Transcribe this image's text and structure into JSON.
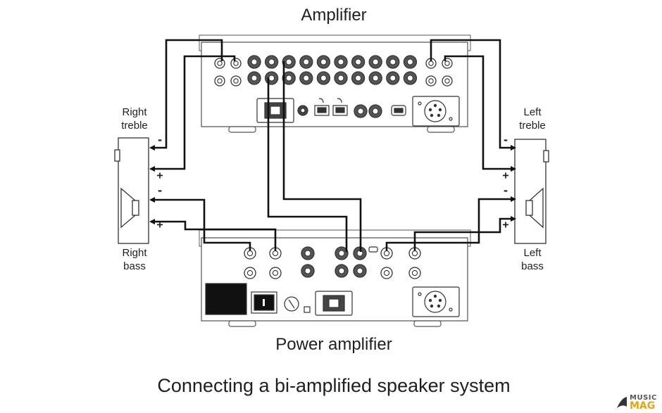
{
  "titles": {
    "amplifier": "Amplifier",
    "power_amplifier": "Power amplifier",
    "caption": "Connecting a bi-amplified speaker system"
  },
  "speakers": {
    "right_treble": {
      "line1": "Right",
      "line2": "treble"
    },
    "right_bass": {
      "line1": "Right",
      "line2": "bass"
    },
    "left_treble": {
      "line1": "Left",
      "line2": "treble"
    },
    "left_bass": {
      "line1": "Left",
      "line2": "bass"
    }
  },
  "polarity": {
    "minus": "-",
    "plus": "+"
  },
  "watermark": {
    "line1": "MUSIC",
    "line2": "MAG"
  },
  "colors": {
    "line": "#1a1a1a",
    "device_stroke": "#555555",
    "device_fill": "#ffffff",
    "watermark_accent": "#e8a317"
  }
}
